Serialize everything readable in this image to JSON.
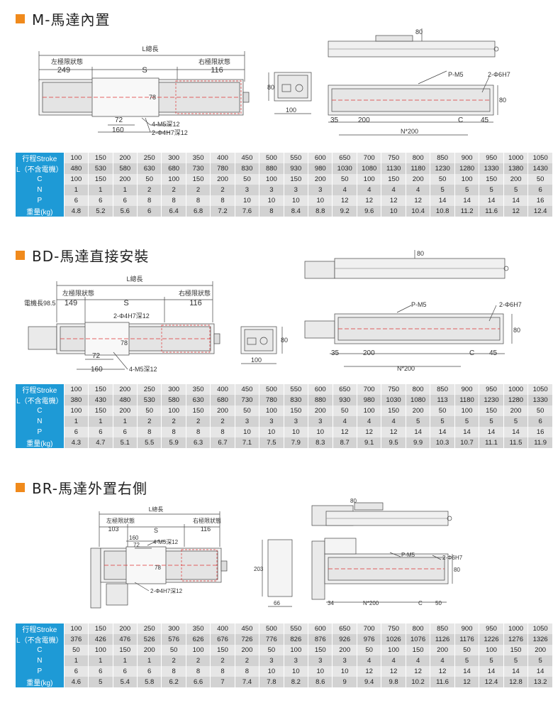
{
  "sections": [
    {
      "title": "M-馬達內置",
      "labels": {
        "total": "L總長",
        "left_limit": "左極限狀態",
        "right_limit": "右極限狀態",
        "left_val": "249",
        "stroke": "S",
        "right_val": "116",
        "h78": "78",
        "d72": "72",
        "d160": "160",
        "m5": "4-M5深12",
        "pin": "2-Φ4H7深12",
        "end80": "80",
        "end100": "100",
        "side80a": "80",
        "side80b": "80",
        "pm5": "P-M5",
        "phi6": "2-Φ6H7",
        "d35": "35",
        "d200": "200",
        "dC": "C",
        "d45": "45",
        "n200": "N*200"
      },
      "rows": [
        {
          "label": "行程Stroke",
          "values": [
            "100",
            "150",
            "200",
            "250",
            "300",
            "350",
            "400",
            "450",
            "500",
            "550",
            "600",
            "650",
            "700",
            "750",
            "800",
            "850",
            "900",
            "950",
            "1000",
            "1050"
          ]
        },
        {
          "label": "L（不含電機）",
          "values": [
            "480",
            "530",
            "580",
            "630",
            "680",
            "730",
            "780",
            "830",
            "880",
            "930",
            "980",
            "1030",
            "1080",
            "1130",
            "1180",
            "1230",
            "1280",
            "1330",
            "1380",
            "1430"
          ]
        },
        {
          "label": "C",
          "values": [
            "100",
            "150",
            "200",
            "50",
            "100",
            "150",
            "200",
            "50",
            "100",
            "150",
            "200",
            "50",
            "100",
            "150",
            "200",
            "50",
            "100",
            "150",
            "200",
            "50"
          ]
        },
        {
          "label": "N",
          "values": [
            "1",
            "1",
            "1",
            "2",
            "2",
            "2",
            "2",
            "3",
            "3",
            "3",
            "3",
            "4",
            "4",
            "4",
            "4",
            "5",
            "5",
            "5",
            "5",
            "6"
          ]
        },
        {
          "label": "P",
          "values": [
            "6",
            "6",
            "6",
            "8",
            "8",
            "8",
            "8",
            "10",
            "10",
            "10",
            "10",
            "12",
            "12",
            "12",
            "12",
            "14",
            "14",
            "14",
            "14",
            "16"
          ]
        },
        {
          "label": "重量(kg)",
          "values": [
            "4.8",
            "5.2",
            "5.6",
            "6",
            "6.4",
            "6.8",
            "7.2",
            "7.6",
            "8",
            "8.4",
            "8.8",
            "9.2",
            "9.6",
            "10",
            "10.4",
            "10.8",
            "11.2",
            "11.6",
            "12",
            "12.4"
          ]
        }
      ]
    },
    {
      "title": "BD-馬達直接安裝",
      "labels": {
        "total": "L總長",
        "left_limit": "左極限狀態",
        "right_limit": "右極限狀態",
        "motor": "電機長98.5",
        "left_val": "149",
        "stroke": "S",
        "right_val": "116",
        "pin": "2-Φ4H7深12",
        "h78": "78",
        "d72": "72",
        "d160": "160",
        "m5": "4-M5深12",
        "end80": "80",
        "end100": "100",
        "side80a": "80",
        "side80b": "80",
        "pm5": "P-M5",
        "phi6": "2-Φ6H7",
        "d35": "35",
        "d200": "200",
        "dC": "C",
        "d45": "45",
        "n200": "N*200"
      },
      "rows": [
        {
          "label": "行程Stroke",
          "values": [
            "100",
            "150",
            "200",
            "250",
            "300",
            "350",
            "400",
            "450",
            "500",
            "550",
            "600",
            "650",
            "700",
            "750",
            "800",
            "850",
            "900",
            "950",
            "1000",
            "1050"
          ]
        },
        {
          "label": "L（不含電機）",
          "values": [
            "380",
            "430",
            "480",
            "530",
            "580",
            "630",
            "680",
            "730",
            "780",
            "830",
            "880",
            "930",
            "980",
            "1030",
            "1080",
            "113",
            "1180",
            "1230",
            "1280",
            "1330"
          ]
        },
        {
          "label": "C",
          "values": [
            "100",
            "150",
            "200",
            "50",
            "100",
            "150",
            "200",
            "50",
            "100",
            "150",
            "200",
            "50",
            "100",
            "150",
            "200",
            "50",
            "100",
            "150",
            "200",
            "50"
          ]
        },
        {
          "label": "N",
          "values": [
            "1",
            "1",
            "1",
            "2",
            "2",
            "2",
            "2",
            "3",
            "3",
            "3",
            "3",
            "4",
            "4",
            "4",
            "5",
            "5",
            "5",
            "5",
            "5",
            "6"
          ]
        },
        {
          "label": "P",
          "values": [
            "6",
            "6",
            "6",
            "8",
            "8",
            "8",
            "8",
            "10",
            "10",
            "10",
            "10",
            "12",
            "12",
            "12",
            "14",
            "14",
            "14",
            "14",
            "14",
            "16"
          ]
        },
        {
          "label": "重量(kg)",
          "values": [
            "4.3",
            "4.7",
            "5.1",
            "5.5",
            "5.9",
            "6.3",
            "6.7",
            "7.1",
            "7.5",
            "7.9",
            "8.3",
            "8.7",
            "9.1",
            "9.5",
            "9.9",
            "10.3",
            "10.7",
            "11.1",
            "11.5",
            "11.9"
          ]
        }
      ]
    },
    {
      "title": "BR-馬達外置右側",
      "labels": {
        "total": "L總長",
        "left_limit": "左極限狀態",
        "right_limit": "右極限狀態",
        "left_val": "103",
        "stroke": "S",
        "right_val": "116",
        "d160": "160",
        "d72": "72",
        "m5": "4-M5深12",
        "h78": "78",
        "pin": "2-Φ4H7深12",
        "end203": "203",
        "end66": "66",
        "top80": "80",
        "pm5": "P-M5",
        "phi6": "2-Φ6H7",
        "side80": "80",
        "d34": "34",
        "n200": "N*200",
        "dC": "C",
        "d50": "50"
      },
      "rows": [
        {
          "label": "行程Stroke",
          "values": [
            "100",
            "150",
            "200",
            "250",
            "300",
            "350",
            "400",
            "450",
            "500",
            "550",
            "600",
            "650",
            "700",
            "750",
            "800",
            "850",
            "900",
            "950",
            "1000",
            "1050"
          ]
        },
        {
          "label": "L（不含電機）",
          "values": [
            "376",
            "426",
            "476",
            "526",
            "576",
            "626",
            "676",
            "726",
            "776",
            "826",
            "876",
            "926",
            "976",
            "1026",
            "1076",
            "1126",
            "1176",
            "1226",
            "1276",
            "1326"
          ]
        },
        {
          "label": "C",
          "values": [
            "50",
            "100",
            "150",
            "200",
            "50",
            "100",
            "150",
            "200",
            "50",
            "100",
            "150",
            "200",
            "50",
            "100",
            "150",
            "200",
            "50",
            "100",
            "150",
            "200"
          ]
        },
        {
          "label": "N",
          "values": [
            "1",
            "1",
            "1",
            "1",
            "2",
            "2",
            "2",
            "2",
            "3",
            "3",
            "3",
            "3",
            "4",
            "4",
            "4",
            "4",
            "5",
            "5",
            "5",
            "5"
          ]
        },
        {
          "label": "P",
          "values": [
            "6",
            "6",
            "6",
            "6",
            "8",
            "8",
            "8",
            "8",
            "10",
            "10",
            "10",
            "10",
            "12",
            "12",
            "12",
            "12",
            "14",
            "14",
            "14",
            "14"
          ]
        },
        {
          "label": "重量(kg)",
          "values": [
            "4.6",
            "5",
            "5.4",
            "5.8",
            "6.2",
            "6.6",
            "7",
            "7.4",
            "7.8",
            "8.2",
            "8.6",
            "9",
            "9.4",
            "9.8",
            "10.2",
            "11.6",
            "12",
            "12.4",
            "12.8",
            "13.2"
          ]
        }
      ]
    }
  ]
}
